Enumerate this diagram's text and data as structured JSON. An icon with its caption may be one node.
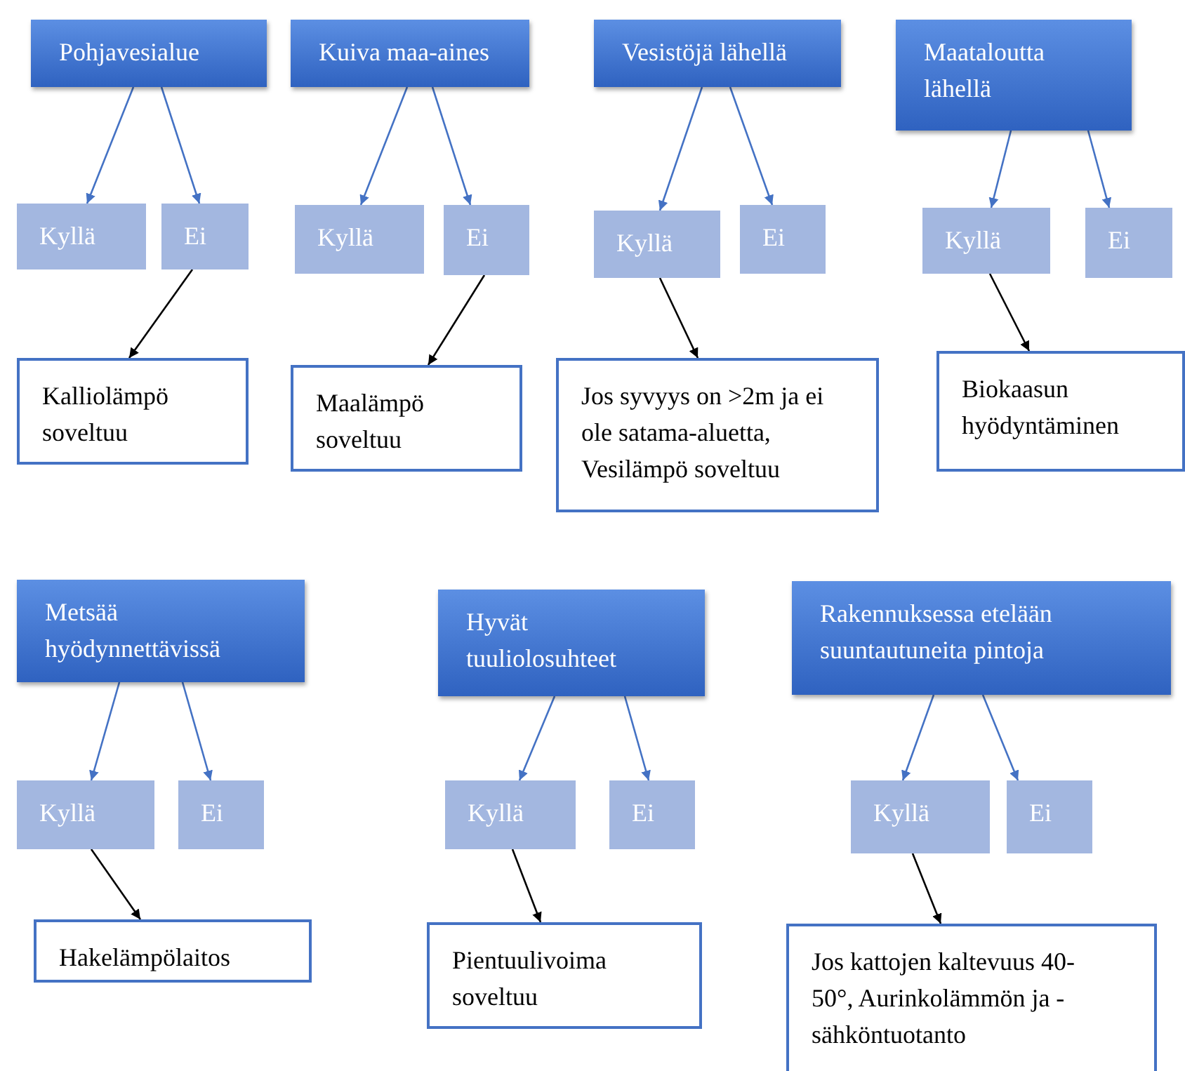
{
  "diagram": {
    "nodes": [
      {
        "text": [
          "Pohjavesialue"
        ]
      },
      {
        "text": [
          "Kyllä"
        ]
      },
      {
        "text": [
          "Ei"
        ]
      },
      {
        "text": [
          "Kalliolämpö soveltuu"
        ]
      },
      {
        "text": [
          "Kuiva maa-aines"
        ]
      },
      {
        "text": [
          "Kyllä"
        ]
      },
      {
        "text": [
          "Ei"
        ]
      },
      {
        "text": [
          "Maalämpö soveltuu"
        ]
      },
      {
        "text": [
          "Vesistöjä lähellä"
        ]
      },
      {
        "text": [
          "Kyllä"
        ]
      },
      {
        "text": [
          "Ei"
        ]
      },
      {
        "text": [
          "Jos syvyys on >2m ja ei ole satama-aluetta, Vesilämpö soveltuu"
        ]
      },
      {
        "text": [
          "Maataloutta lähellä"
        ]
      },
      {
        "text": [
          "Kyllä"
        ]
      },
      {
        "text": [
          "Ei"
        ]
      },
      {
        "text": [
          "Biokaasun hyödyntäminen"
        ]
      },
      {
        "text": [
          "Metsää hyödynnettävissä"
        ]
      },
      {
        "text": [
          "Kyllä"
        ]
      },
      {
        "text": [
          "Ei"
        ]
      },
      {
        "text": [
          "Hakelämpölaitos"
        ]
      },
      {
        "text": [
          "Hyvät tuuliolosuhteet"
        ]
      },
      {
        "text": [
          "Kyllä"
        ]
      },
      {
        "text": [
          "Ei"
        ]
      },
      {
        "text": [
          "Pientuulivoima soveltuu"
        ]
      },
      {
        "text": [
          "Rakennuksessa etelään suuntautuneita pintoja"
        ]
      },
      {
        "text": [
          "Kyllä"
        ]
      },
      {
        "text": [
          "Ei"
        ]
      },
      {
        "text": [
          "Jos kattojen kaltevuus 40-50°, Aurinkolämmön ja -sähköntuotanto"
        ]
      }
    ],
    "edges": [
      {
        "from": 0,
        "to": 1,
        "arrow": "to"
      },
      {
        "from": 0,
        "to": 2,
        "arrow": "to"
      },
      {
        "from": 2,
        "to": 3,
        "arrow": "to",
        "color": "#000000"
      },
      {
        "from": 4,
        "to": 5,
        "arrow": "to"
      },
      {
        "from": 4,
        "to": 6,
        "arrow": "to"
      },
      {
        "from": 6,
        "to": 7,
        "arrow": "to",
        "color": "#000000"
      },
      {
        "from": 8,
        "to": 9,
        "arrow": "to"
      },
      {
        "from": 8,
        "to": 10,
        "arrow": "to"
      },
      {
        "from": 9,
        "to": 11,
        "arrow": "to",
        "color": "#000000"
      },
      {
        "from": 12,
        "to": 13,
        "arrow": "to"
      },
      {
        "from": 12,
        "to": 14,
        "arrow": "to"
      },
      {
        "from": 13,
        "to": 15,
        "arrow": "to",
        "color": "#000000"
      },
      {
        "from": 16,
        "to": 17,
        "arrow": "to"
      },
      {
        "from": 16,
        "to": 18,
        "arrow": "to"
      },
      {
        "from": 17,
        "to": 19,
        "arrow": "to",
        "color": "#000000"
      },
      {
        "from": 20,
        "to": 21,
        "arrow": "to"
      },
      {
        "from": 20,
        "to": 22,
        "arrow": "to"
      },
      {
        "from": 21,
        "to": 23,
        "arrow": "to",
        "color": "#000000"
      },
      {
        "from": 24,
        "to": 25,
        "arrow": "to"
      },
      {
        "from": 24,
        "to": 26,
        "arrow": "to"
      },
      {
        "from": 25,
        "to": 27,
        "arrow": "to",
        "color": "#000000"
      }
    ]
  }
}
